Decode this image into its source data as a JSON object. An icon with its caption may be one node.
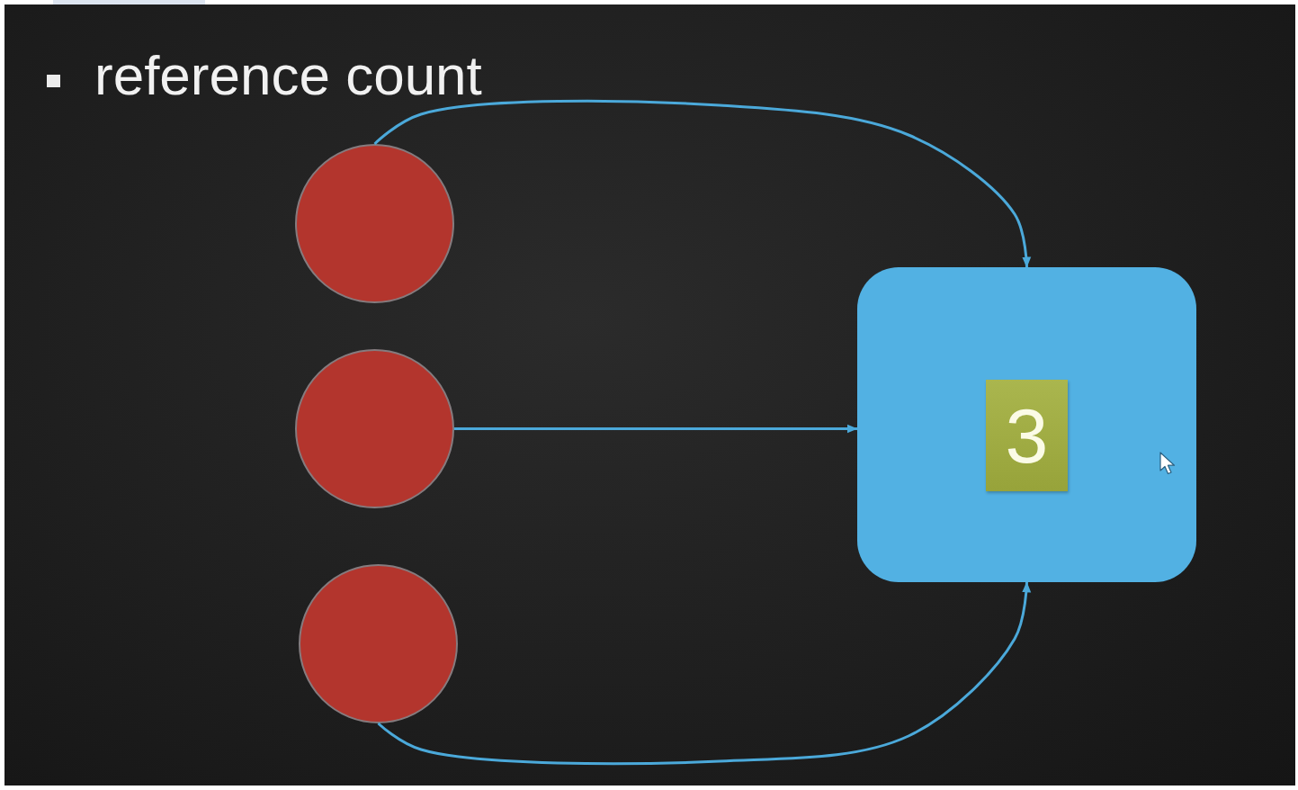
{
  "diagram": {
    "title": "reference count",
    "nodes": [
      {
        "text": [],
        "shape": "circle"
      },
      {
        "text": [],
        "shape": "circle"
      },
      {
        "text": [],
        "shape": "circle"
      },
      {
        "text": [],
        "shape": "box"
      },
      {
        "text": [
          "3"
        ],
        "in": 3
      }
    ],
    "edges": [
      {
        "from": 0,
        "to": 3,
        "arrow": "to"
      },
      {
        "from": 1,
        "to": 3,
        "arrow": "to"
      },
      {
        "from": 2,
        "to": 3,
        "arrow": "to"
      }
    ]
  }
}
